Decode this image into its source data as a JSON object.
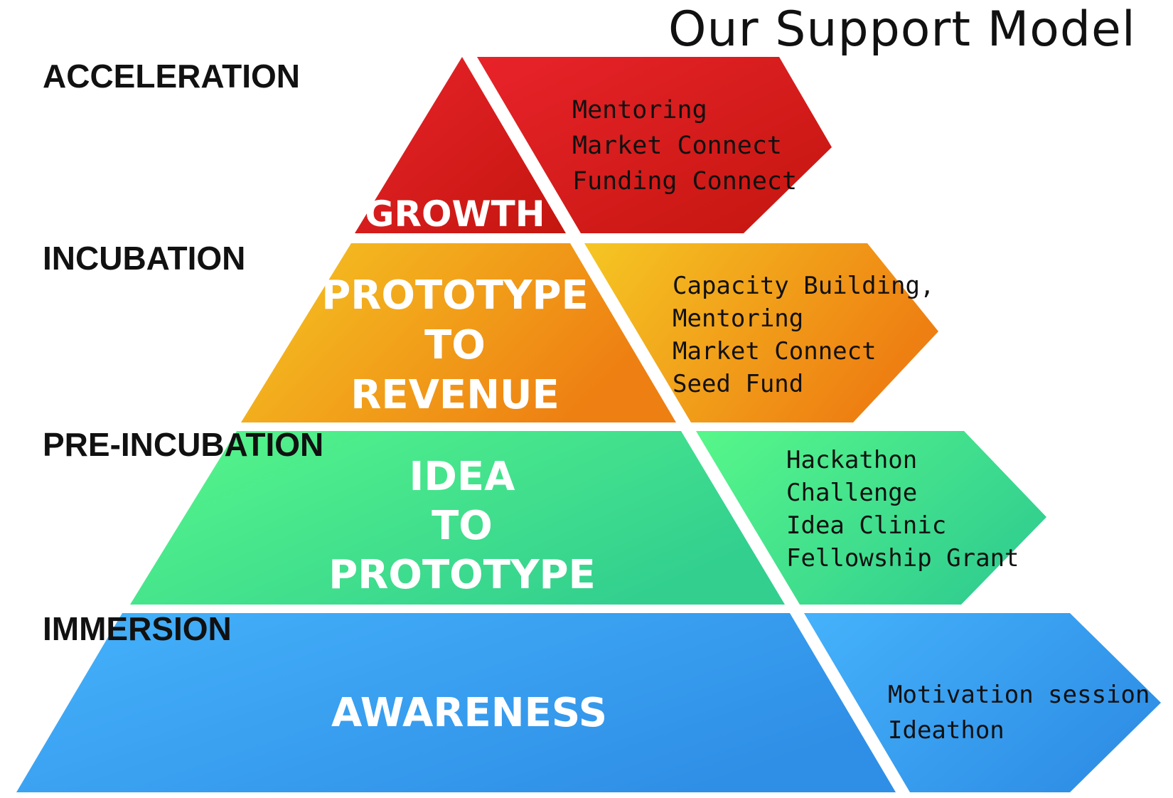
{
  "title": "Our Support Model",
  "colors": {
    "growth": [
      "#e8232a",
      "#c4160f"
    ],
    "revenue": [
      "#f5c623",
      "#ee7f12"
    ],
    "prototype": [
      "#57f78a",
      "#32cf8f"
    ],
    "awareness": [
      "#45b2fb",
      "#2f8fe6"
    ]
  },
  "tiers": [
    {
      "stage": "ACCELERATION",
      "title_lines": [
        "GROWTH"
      ],
      "supports": [
        "Mentoring",
        "Market Connect",
        "Funding Connect"
      ]
    },
    {
      "stage": "INCUBATION",
      "title_lines": [
        "PROTOTYPE",
        "TO",
        "REVENUE"
      ],
      "supports": [
        "Capacity Building,",
        "Mentoring",
        "Market Connect",
        "Seed Fund"
      ]
    },
    {
      "stage": "PRE-INCUBATION",
      "title_lines": [
        "IDEA",
        "TO",
        "PROTOTYPE"
      ],
      "supports": [
        "Hackathon",
        "Challenge",
        "Idea Clinic",
        "Fellowship Grant"
      ]
    },
    {
      "stage": "IMMERSION",
      "title_lines": [
        "AWARENESS"
      ],
      "supports": [
        "Motivation session",
        "Ideathon"
      ]
    }
  ]
}
